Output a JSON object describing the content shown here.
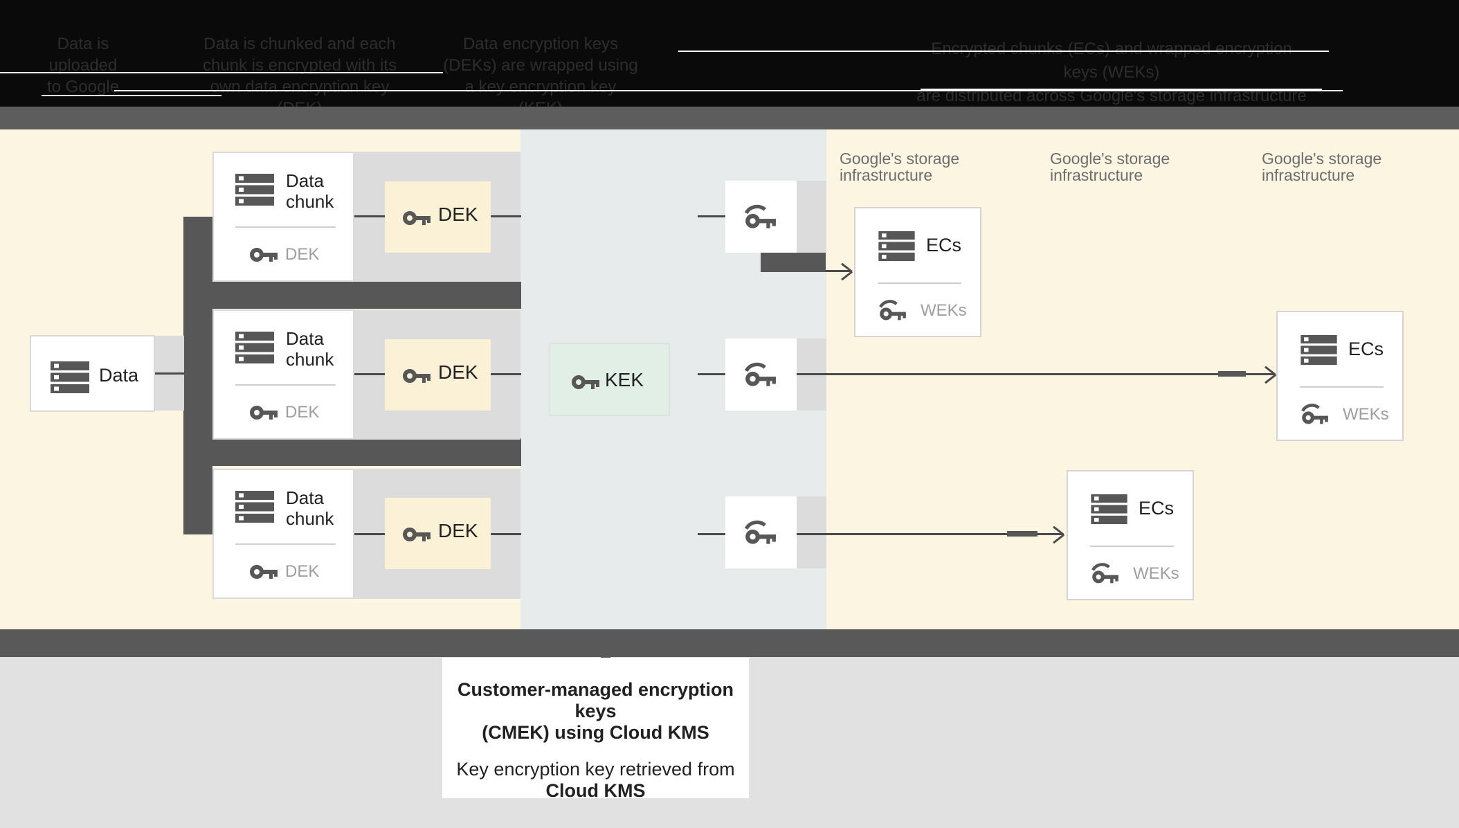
{
  "header": {
    "blocks": [
      {
        "lines": [
          "Data is",
          "uploaded",
          "to Google"
        ]
      },
      {
        "lines": [
          "Data is chunked and each",
          "chunk is encrypted with its",
          "own data encryption key (DEK)"
        ]
      },
      {
        "lines": [
          "Data encryption keys",
          "(DEKs) are wrapped using",
          "a key encryption key (KEK)"
        ]
      },
      {
        "lines": [
          "Encrypted chunks (ECs) and wrapped encryption keys (WEKs)",
          "are distributed across Google's storage infrastructure"
        ]
      }
    ]
  },
  "zones": {
    "storage_label_line1": "Google's storage",
    "storage_label_line2": "infrastructure"
  },
  "nodes": {
    "data": "Data",
    "chunk_line1": "Data",
    "chunk_line2": "chunk",
    "dek": "DEK",
    "kek": "KEK",
    "ecs": "ECs",
    "weks": "WEKs"
  },
  "caption": {
    "bold1": "Customer-managed encryption keys",
    "bold2": "(CMEK) using Cloud KMS",
    "line3": "Key encryption key retrieved from",
    "bold4": "Cloud KMS"
  },
  "colors": {
    "cream": "#fcf5e2",
    "blue": "#e8ebec",
    "bandtop": "#5d5d5d",
    "bandbottom": "#595959",
    "comb": "#575757",
    "backdrop": "#dcdcdc",
    "dek": "#fbf1d6",
    "kek": "#e2efe7",
    "line": "#4a4a4a",
    "icon": "#575757",
    "muted": "#9e9e9e",
    "labelgray": "#6d6d6d",
    "text": "#212121",
    "bottom": "#e1e1e1",
    "headerbg": "#0a0a0a",
    "headertext": "#2d2d2d"
  }
}
